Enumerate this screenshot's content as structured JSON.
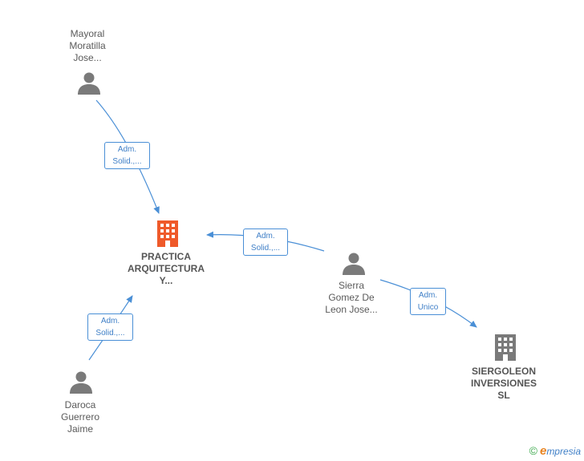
{
  "colors": {
    "edge": "#4a8fd6",
    "person_icon": "#7a7a7a",
    "main_company": "#ef5a2a",
    "company": "#7a7a7a"
  },
  "nodes": {
    "mayoral": {
      "lines": [
        "Mayoral",
        "Moratilla",
        "Jose..."
      ],
      "icon": "person-icon"
    },
    "practica": {
      "lines": [
        "PRACTICA",
        "ARQUITECTURA",
        "Y..."
      ],
      "icon": "building-icon"
    },
    "sierra": {
      "lines": [
        "Sierra",
        "Gomez De",
        "Leon Jose..."
      ],
      "icon": "person-icon"
    },
    "daroca": {
      "lines": [
        "Daroca",
        "Guerrero",
        "Jaime"
      ],
      "icon": "person-icon"
    },
    "siergoleon": {
      "lines": [
        "SIERGOLEON",
        "INVERSIONES",
        "SL"
      ],
      "icon": "building-icon"
    }
  },
  "relations": {
    "mayoral_practica": [
      "Adm.",
      "Solid.,..."
    ],
    "sierra_practica": [
      "Adm.",
      "Solid.,..."
    ],
    "daroca_practica": [
      "Adm.",
      "Solid.,..."
    ],
    "sierra_siergoleon": [
      "Adm.",
      "Unico"
    ]
  },
  "footer": {
    "copyright": "©",
    "brand_initial": "e",
    "brand_rest": "mpresia"
  }
}
